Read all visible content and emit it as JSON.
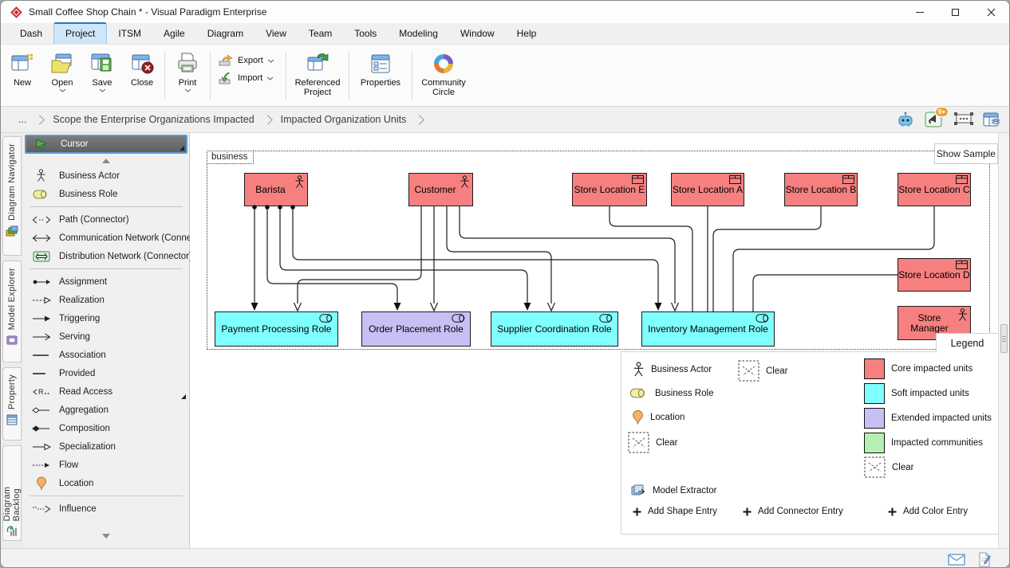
{
  "window": {
    "title": "Small Coffee Shop Chain * - Visual Paradigm Enterprise"
  },
  "menu": {
    "items": [
      "Dash",
      "Project",
      "ITSM",
      "Agile",
      "Diagram",
      "View",
      "Team",
      "Tools",
      "Modeling",
      "Window",
      "Help"
    ],
    "active": "Project"
  },
  "toolbar": {
    "new": "New",
    "open": "Open",
    "save": "Save",
    "close": "Close",
    "print": "Print",
    "export": "Export",
    "import": "Import",
    "referenced_project": "Referenced Project",
    "properties": "Properties",
    "community_circle": "Community Circle"
  },
  "breadcrumb": {
    "items": [
      "...",
      "Scope the Enterprise Organizations Impacted",
      "Impacted Organization Units"
    ],
    "badge": "9+"
  },
  "sidebar_tabs": {
    "items": [
      "Diagram Navigator",
      "Model Explorer",
      "Property",
      "Diagram Backlog"
    ]
  },
  "palette": {
    "items": [
      "Cursor",
      "Business Actor",
      "Business Role",
      "Path (Connector)",
      "Communication Network (Connector)",
      "Distribution Network (Connector)",
      "Assignment",
      "Realization",
      "Triggering",
      "Serving",
      "Association",
      "Provided",
      "Read Access",
      "Aggregation",
      "Composition",
      "Specialization",
      "Flow",
      "Location",
      "Influence"
    ]
  },
  "canvas": {
    "group_label": "business",
    "show_sample": "Show Sample",
    "nodes": {
      "barista": "Barista",
      "customer": "Customer",
      "store_e": "Store Location E",
      "store_a": "Store Location A",
      "store_b": "Store Location B",
      "store_c": "Store Location C",
      "store_d": "Store Location D",
      "store_manager": "Store Manager",
      "payment": "Payment Processing Role",
      "order": "Order Placement Role",
      "supplier": "Supplier Coordination Role",
      "inventory": "Inventory Management Role"
    },
    "legend": {
      "title": "Legend",
      "shapes": [
        {
          "label": "Business Actor",
          "icon": "business-actor-icon"
        },
        {
          "label": "Clear",
          "icon": "clear-shape-icon"
        },
        {
          "label": "Business Role",
          "icon": "business-role-icon"
        },
        {
          "label": "Location",
          "icon": "location-icon"
        },
        {
          "label": "Clear",
          "icon": "clear-shape-icon"
        }
      ],
      "colors": [
        {
          "label": "Core impacted units",
          "color": "#f5807f"
        },
        {
          "label": "Soft impacted units",
          "color": "#80ffff"
        },
        {
          "label": "Extended impacted units",
          "color": "#c6c0f4"
        },
        {
          "label": "Impacted communities",
          "color": "#b5f0b2"
        },
        {
          "label": "Clear",
          "color": "none"
        }
      ],
      "model_extractor": "Model Extractor",
      "add_shape": "Add Shape Entry",
      "add_connector": "Add Connector Entry",
      "add_color": "Add Color Entry"
    }
  },
  "colors": {
    "core_impacted": "#f5807f",
    "soft_impacted": "#80ffff",
    "extended_impacted": "#c6c0f4",
    "impacted_communities": "#b5f0b2",
    "selection_blue": "#5b9bd5",
    "active_menu_tab": "#cfe6fa"
  }
}
